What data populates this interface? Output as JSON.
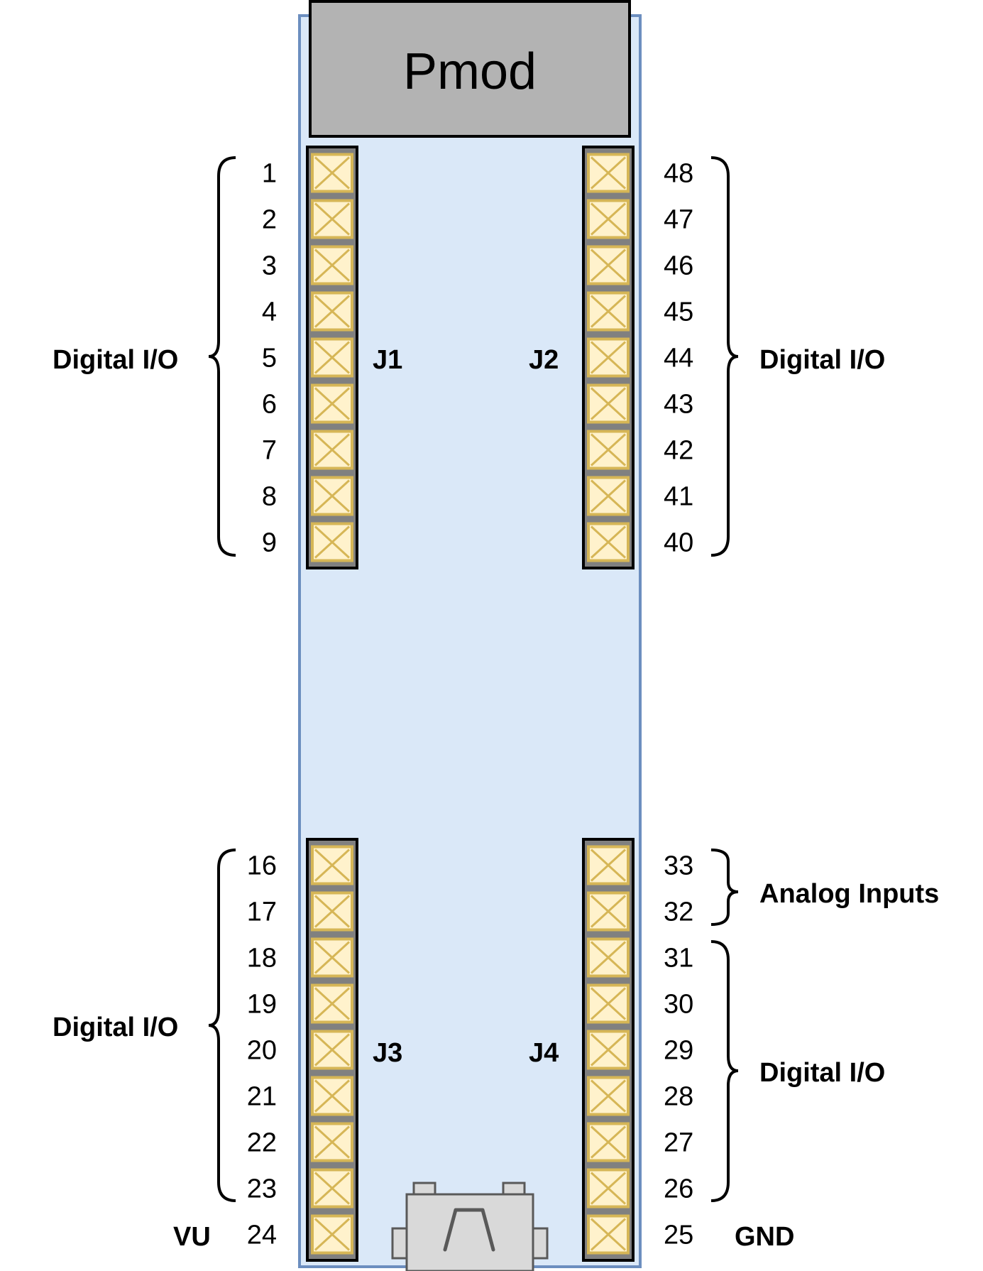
{
  "module_title": "Pmod",
  "colors": {
    "board_fill": "#dae8f8",
    "board_stroke": "#6c8ebf",
    "pmod_fill": "#b3b3b3",
    "pin_fill": "#fff2cc",
    "pin_stroke": "#d6b656",
    "header_fill": "#808080"
  },
  "headers": {
    "j1": {
      "label": "J1",
      "pins": [
        "1",
        "2",
        "3",
        "4",
        "5",
        "6",
        "7",
        "8",
        "9"
      ]
    },
    "j2": {
      "label": "J2",
      "pins": [
        "48",
        "47",
        "46",
        "45",
        "44",
        "43",
        "42",
        "41",
        "40"
      ]
    },
    "j3": {
      "label": "J3",
      "pins": [
        "16",
        "17",
        "18",
        "19",
        "20",
        "21",
        "22",
        "23",
        "24"
      ]
    },
    "j4": {
      "label": "J4",
      "pins": [
        "33",
        "32",
        "31",
        "30",
        "29",
        "28",
        "27",
        "26",
        "25"
      ]
    }
  },
  "groups": {
    "j1_digital_io": "Digital I/O",
    "j2_digital_io": "Digital I/O",
    "j3_digital_io": "Digital I/O",
    "j4_analog_inputs": "Analog Inputs",
    "j4_digital_io": "Digital I/O"
  },
  "power": {
    "vu": "VU",
    "gnd": "GND"
  },
  "usb_connector_icon": "usb-connector-icon"
}
